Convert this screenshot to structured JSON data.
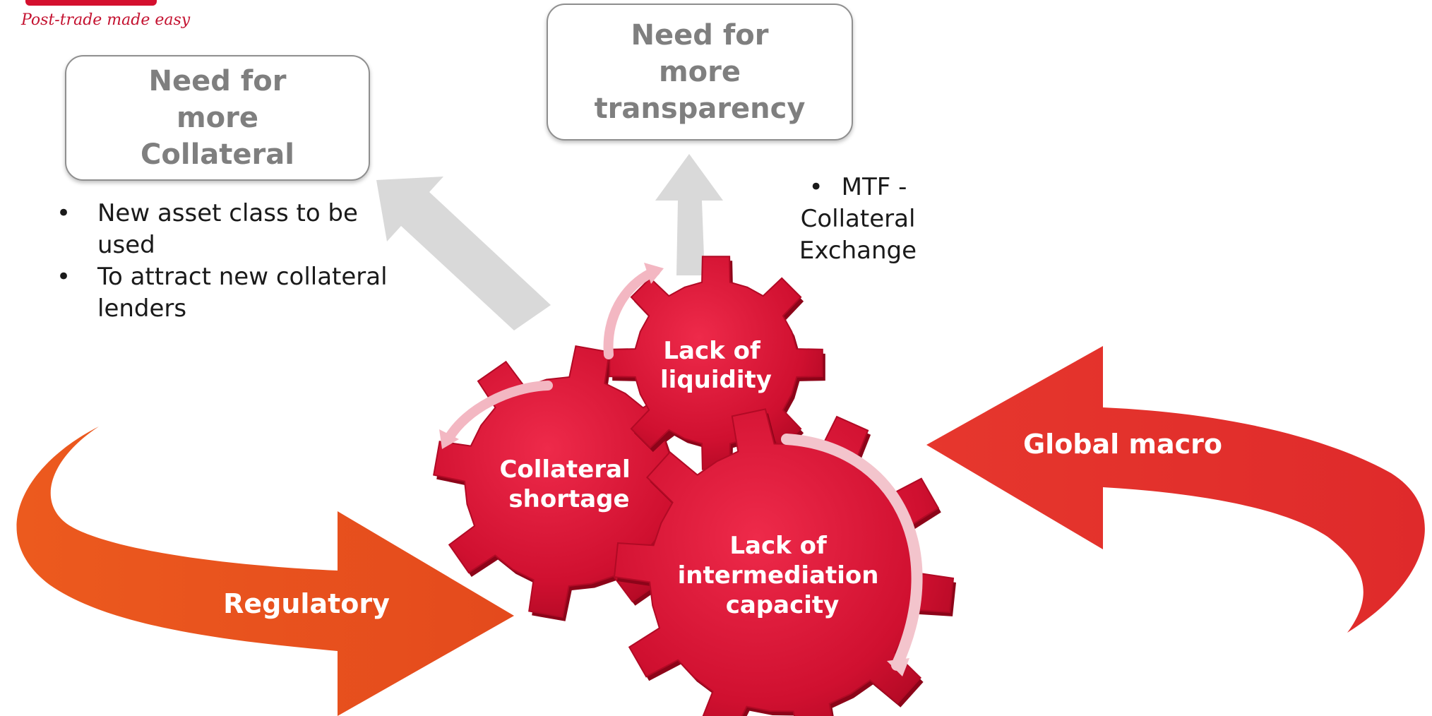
{
  "branding": {
    "tagline": "Post-trade made easy",
    "brand_color": "#d4102e"
  },
  "needs": [
    {
      "lines": [
        "Need for",
        "more",
        "Collateral"
      ]
    },
    {
      "lines": [
        "Need for",
        "more",
        "transparency"
      ]
    }
  ],
  "collateral_points": [
    "New asset class to be used",
    "To attract new collateral lenders"
  ],
  "transparency_points": [
    "MTF - Collateral Exchange"
  ],
  "gears": [
    {
      "lines": [
        "Lack of",
        "liquidity"
      ]
    },
    {
      "lines": [
        "Collateral",
        "shortage"
      ]
    },
    {
      "lines": [
        "Lack of",
        "intermediation",
        "capacity"
      ]
    }
  ],
  "drivers": {
    "left": "Regulatory",
    "right": "Global macro"
  },
  "colors": {
    "gear_red": "#d01030",
    "regulatory_orange": "#e8501e",
    "macro_red": "#e2302c",
    "pointer_grey": "#d9d9d9",
    "box_text_grey": "#7f7f7f"
  }
}
